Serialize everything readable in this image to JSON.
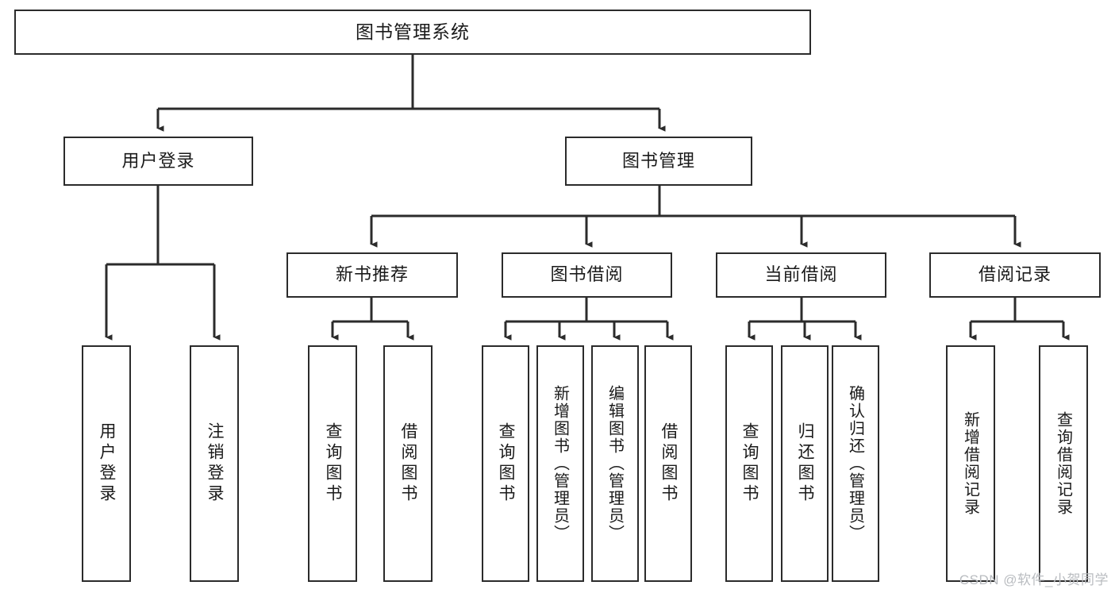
{
  "diagram": {
    "title": "图书管理系统",
    "type": "tree-hierarchy",
    "root": {
      "label": "图书管理系统"
    },
    "level1": [
      {
        "label": "用户登录"
      },
      {
        "label": "图书管理"
      }
    ],
    "level2": [
      {
        "label": "新书推荐"
      },
      {
        "label": "图书借阅"
      },
      {
        "label": "当前借阅"
      },
      {
        "label": "借阅记录"
      }
    ],
    "leaves": {
      "user_login": [
        {
          "label": "用户登录"
        },
        {
          "label": "注销登录"
        }
      ],
      "new_book_recommend": [
        {
          "label": "查询图书"
        },
        {
          "label": "借阅图书"
        }
      ],
      "book_borrow": [
        {
          "label": "查询图书"
        },
        {
          "label": "新增图书（管理员）"
        },
        {
          "label": "编辑图书（管理员）"
        },
        {
          "label": "借阅图书"
        }
      ],
      "current_borrow": [
        {
          "label": "查询图书"
        },
        {
          "label": "归还图书"
        },
        {
          "label": "确认归还（管理员）"
        }
      ],
      "borrow_record": [
        {
          "label": "新增借阅记录"
        },
        {
          "label": "查询借阅记录"
        }
      ]
    }
  },
  "watermark": {
    "text": "CSDN @软件_小贺同学"
  },
  "colors": {
    "stroke": "#2b2b2b",
    "background": "#ffffff",
    "text": "#1a1a1a",
    "watermark": "#b9bcc0"
  }
}
